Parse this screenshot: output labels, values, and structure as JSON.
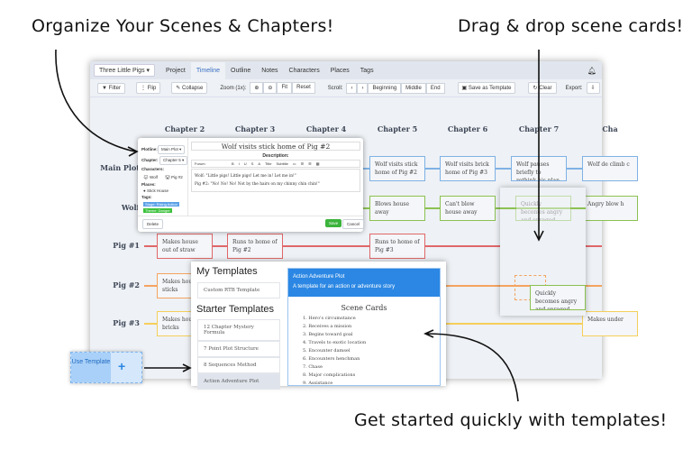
{
  "annotations": {
    "top_left": "Organize Your Scenes & Chapters!",
    "top_right": "Drag & drop scene cards!",
    "bottom": "Get started quickly with templates!"
  },
  "nav": {
    "project": "Three Little Pigs ▾",
    "tabs": [
      "Project",
      "Timeline",
      "Outline",
      "Notes",
      "Characters",
      "Places",
      "Tags"
    ],
    "active_tab": "Timeline",
    "bell_icon": "bell-icon"
  },
  "toolbar": {
    "filter": "Filter",
    "flip": "Flip",
    "collapse": "Collapse",
    "zoom_label": "Zoom (1x):",
    "zoom_in": "⊕",
    "zoom_out": "⊖",
    "fit": "Fit",
    "reset": "Reset",
    "scroll_label": "Scroll:",
    "prev": "‹",
    "next": "›",
    "beginning": "Beginning",
    "middle": "Middle",
    "end": "End",
    "save_template": "Save as Template",
    "clear": "Clear",
    "export_label": "Export:"
  },
  "chapters": [
    "Chapter 2",
    "Chapter 3",
    "Chapter 4",
    "Chapter 5",
    "Chapter 6",
    "Chapter 7",
    "Cha"
  ],
  "rows": [
    "Main Plot",
    "Wolf",
    "Pig #1",
    "Pig #2",
    "Pig #3"
  ],
  "colors": {
    "main": "#7fb2e5",
    "wolf": "#8cc152",
    "pig1": "#e0676a",
    "pig2": "#f4a460",
    "pig3": "#f5cf5b",
    "accent": "#2b87e3"
  },
  "cards": {
    "main_ch5": "Wolf visits stick home of Pig #2",
    "main_ch6": "Wolf visits brick home of Pig #3",
    "main_ch7": "Wolf pauses briefly to rethink his plan",
    "main_ch8": "Wolf de climb c",
    "wolf_ch5": "Blows house away",
    "wolf_ch6": "Can't blow house away",
    "wolf_ghost": "Quickly becomes angry and enraged",
    "wolf_ch8": "Angry blow h",
    "pig1_ch2": "Makes house out of straw",
    "pig1_ch3": "Runs to home of Pig #2",
    "pig1_ch5": "Runs to home of Pig #3",
    "pig2_ch2": "Makes house of sticks",
    "pig2_drag": "Quickly becomes angry and enraged",
    "pig3_ch2": "Makes house of bricks",
    "pig3_ch8": "Makes under"
  },
  "modal": {
    "title": "Wolf visits stick home of Pig #2",
    "plotline_label": "Plotline:",
    "plotline": "Main Plot ▾",
    "chapter_label": "Chapter:",
    "chapter": "Chapter 5 ▾",
    "characters_label": "Characters:",
    "characters": [
      "Wolf",
      "Pig #2"
    ],
    "places_label": "Places:",
    "place": "Stick House",
    "tags_label": "Tags:",
    "tags": [
      "Stage: Rising Action",
      "Theme: Danger"
    ],
    "description_label": "Description:",
    "font": "Forum",
    "fmt": [
      "B",
      "I",
      "U",
      "S",
      "A",
      "Title",
      "Subtitle"
    ],
    "desc": [
      "Wolf: \"Little pigs! Little pigs! Let me in! Let me in!\"",
      "Pig #2: \"No! No! No! Not by the hairs on my chinny chin chin!\""
    ],
    "delete": "Delete",
    "save": "Save",
    "cancel": "Cancel"
  },
  "templates": {
    "my_heading": "My Templates",
    "my": [
      "Custom RTB Template"
    ],
    "starter_heading": "Starter Templates",
    "starter": [
      "12 Chapter Mystery Formula",
      "7 Point Plot Structure",
      "8 Sequences Method",
      "Action Adventure Plot"
    ],
    "selected": "Action Adventure Plot",
    "detail_title": "Action Adventure Plot",
    "detail_desc": "A template for an action or adventure story",
    "cards_heading": "Scene Cards",
    "cards": [
      "1. Hero's circumstance",
      "2. Receives a mission",
      "3. Begins toward goal",
      "4. Travels to exotic location",
      "5. Encounter damsel",
      "6. Encounters henchman",
      "7. Chase",
      "8. Major complications",
      "9. Assistance"
    ]
  },
  "use_template": {
    "label": "Use Template",
    "plus": "+"
  }
}
